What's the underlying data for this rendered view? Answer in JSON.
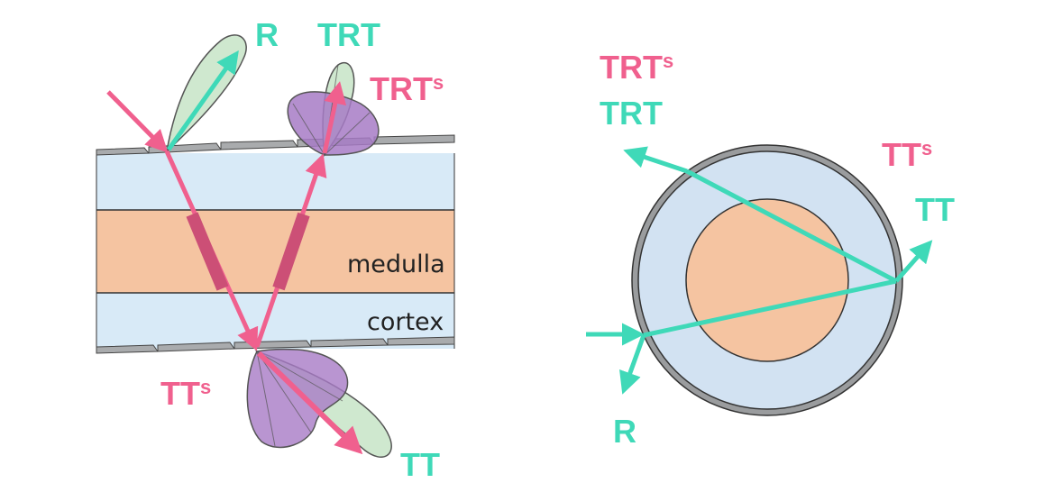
{
  "left_figure": {
    "labels": {
      "r": "R",
      "trt": "TRT",
      "trt_s_main": "TRT",
      "trt_s_sub": "s",
      "tt_s_main": "TT",
      "tt_s_sub": "s",
      "tt": "TT",
      "medulla": "medulla",
      "cortex": "cortex"
    }
  },
  "right_figure": {
    "labels": {
      "trt_s_main": "TRT",
      "trt_s_sub": "s",
      "trt": "TRT",
      "tt_s_main": "TT",
      "tt_s_sub": "s",
      "tt": "TT",
      "r": "R"
    }
  },
  "colors": {
    "pink": "#f0608e",
    "teal": "#3fd9b8",
    "cortex": "#d8eaf7",
    "medulla": "#f5c4a1",
    "lobe_green": "#cfe8cf",
    "lobe_purple": "#a77bc6"
  }
}
